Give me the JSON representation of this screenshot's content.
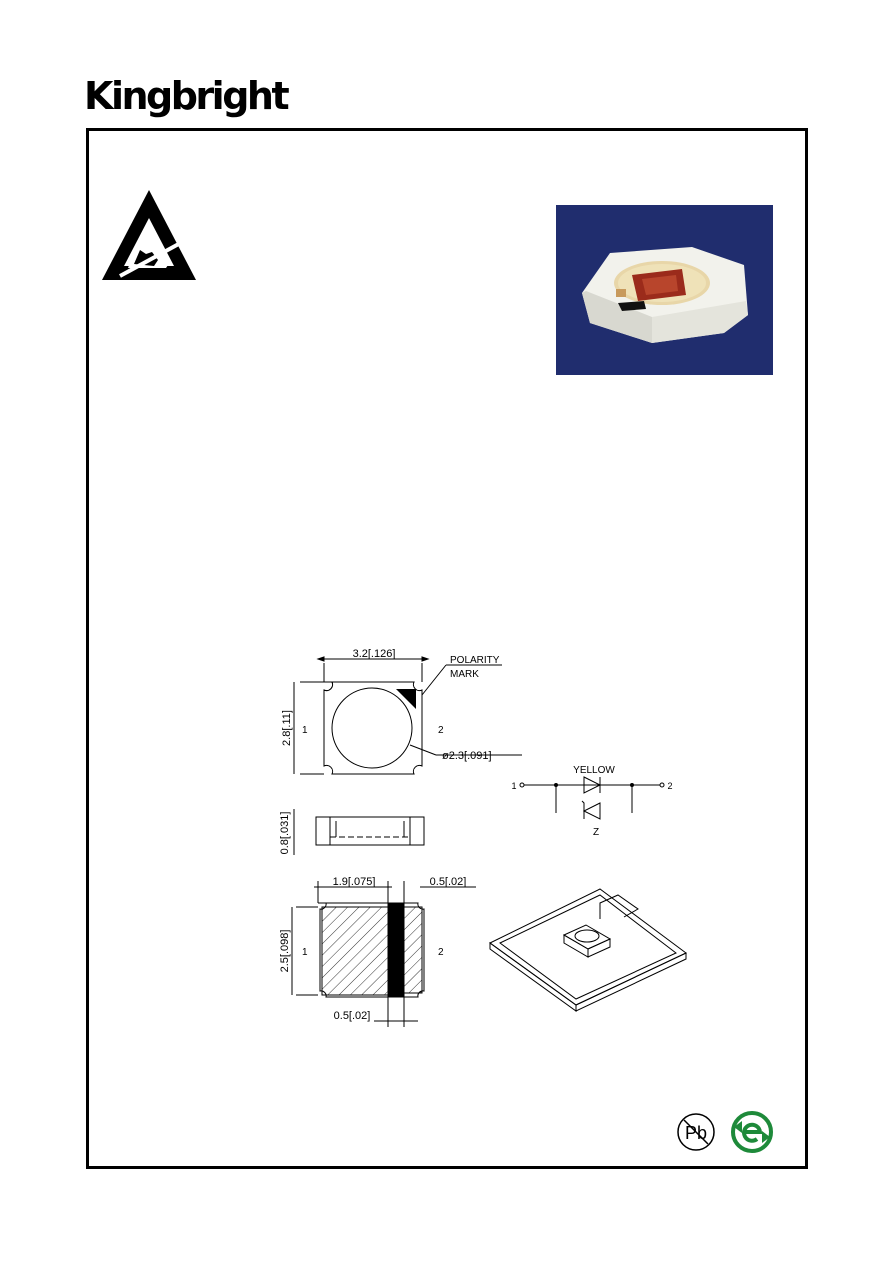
{
  "brand": {
    "name": "Kingbright"
  },
  "drawing": {
    "dim_width": "3.2[.126]",
    "polarity_line1": "POLARITY",
    "polarity_line2": "MARK",
    "dim_height": "2.8[.11]",
    "pin1": "1",
    "pin2": "2",
    "dim_diameter": "ø2.3[.091]",
    "dim_thickness": "0.8[.031]",
    "pad_dim_width": "1.9[.075]",
    "pad_dim_gap": "0.5[.02]",
    "pad_dim_height": "2.5[.098]",
    "pad_dim_bottom": "0.5[.02]"
  },
  "schematic": {
    "color_label": "YELLOW",
    "pin1": "1",
    "pin2": "2",
    "zener_label": "Z"
  },
  "badges": {
    "pb_label": "Pb"
  }
}
